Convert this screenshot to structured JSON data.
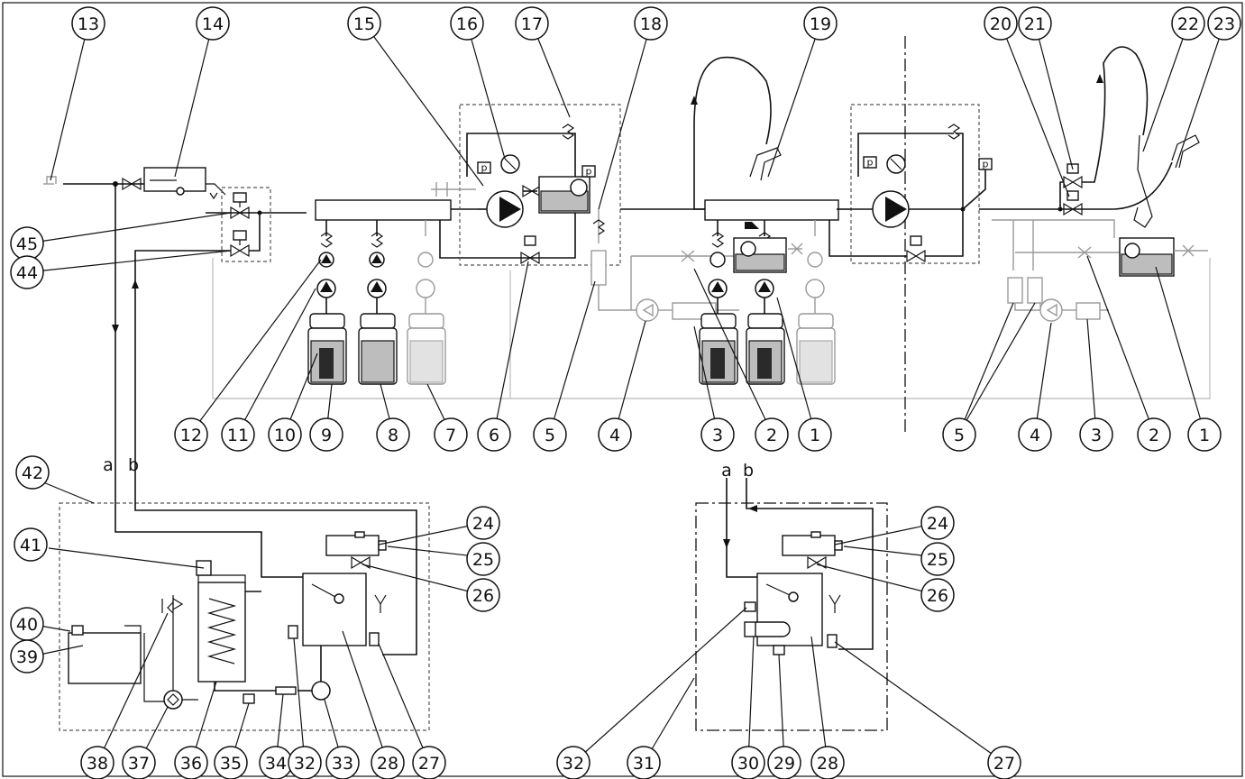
{
  "diagram": {
    "callouts": [
      "1",
      "2",
      "3",
      "4",
      "5",
      "6",
      "7",
      "8",
      "9",
      "10",
      "11",
      "12",
      "13",
      "14",
      "15",
      "16",
      "17",
      "18",
      "19",
      "20",
      "21",
      "22",
      "23",
      "24",
      "25",
      "26",
      "27",
      "28",
      "29",
      "30",
      "31",
      "32",
      "33",
      "34",
      "35",
      "36",
      "37",
      "38",
      "39",
      "40",
      "41",
      "42",
      "44",
      "45"
    ],
    "line_labels": {
      "a": "a",
      "b": "b"
    },
    "pressure_mark": "p"
  }
}
